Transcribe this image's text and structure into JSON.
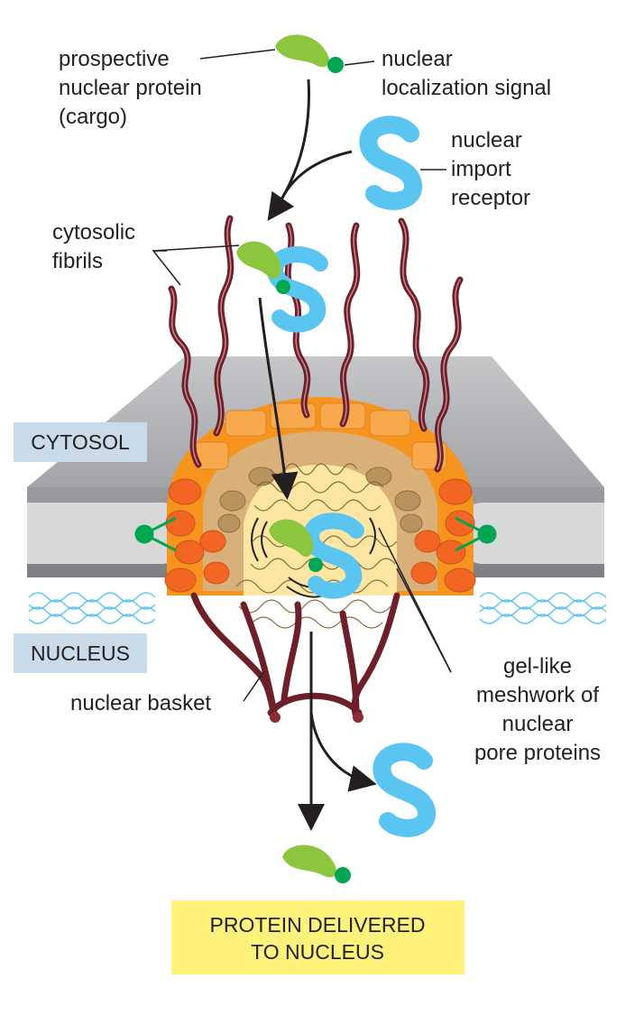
{
  "labels": {
    "cargo": [
      "prospective",
      "nuclear protein",
      "(cargo)"
    ],
    "nls": [
      "nuclear",
      "localization signal"
    ],
    "receptor": [
      "nuclear",
      "import",
      "receptor"
    ],
    "fibrils": [
      "cytosolic",
      "fibrils"
    ],
    "basket": [
      "nuclear basket"
    ],
    "meshwork": [
      "gel-like",
      "meshwork of",
      "nuclear",
      "pore proteins"
    ]
  },
  "compartments": {
    "cytosol": "CYTOSOL",
    "nucleus": "NUCLEUS"
  },
  "result": [
    "PROTEIN DELIVERED",
    "TO NUCLEUS"
  ],
  "colors": {
    "cargo_green": "#8cc63f",
    "signal_green": "#00a651",
    "receptor_blue": "#5bc5f2",
    "fibril_maroon": "#8b2e33",
    "pore_orange": "#f7941d",
    "membrane_gray": "#a7a9ac",
    "result_box": "#fff27a",
    "compartment_box": "#c9dbe8"
  },
  "icons": [
    "cargo-protein-icon",
    "import-receptor-icon",
    "nuclear-pore-complex-icon"
  ]
}
